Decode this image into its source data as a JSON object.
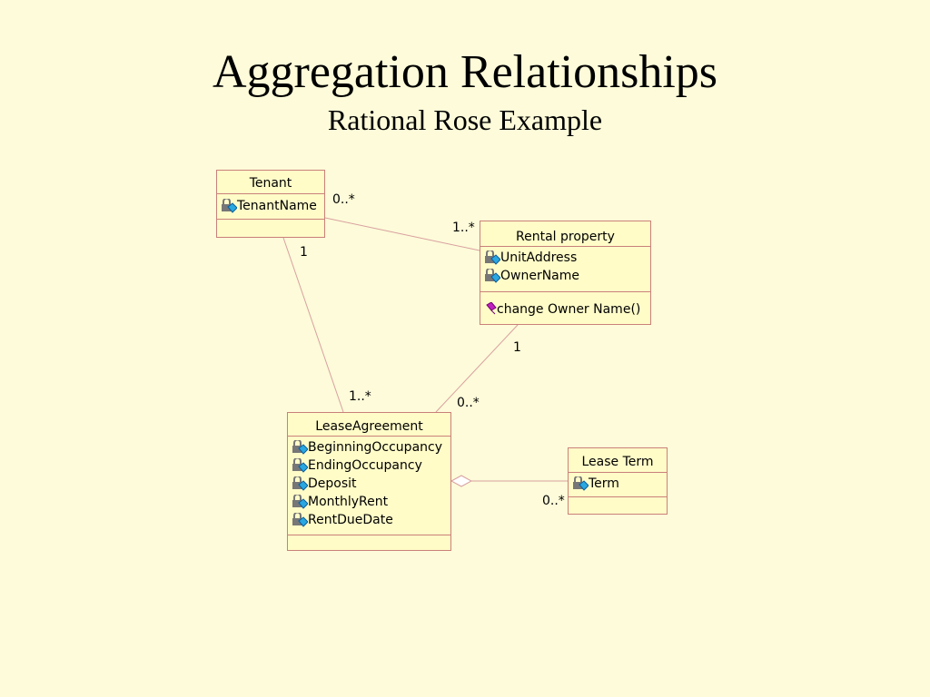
{
  "title": "Aggregation Relationships",
  "subtitle": "Rational Rose Example",
  "colors": {
    "background": "#fdfbd9",
    "box_fill": "#fffcc8",
    "box_border": "#c9807a",
    "line": "#d9a0a0",
    "attribute_icon_lock": "#777777",
    "attribute_icon_mark": "#2aa7e0",
    "operation_icon": "#c020c0"
  },
  "classes": {
    "tenant": {
      "name": "Tenant",
      "attributes": [
        "TenantName"
      ]
    },
    "rental_property": {
      "name": "Rental property",
      "attributes": [
        "UnitAddress",
        "OwnerName"
      ],
      "operations": [
        "change Owner Name()"
      ]
    },
    "lease_agreement": {
      "name": "LeaseAgreement",
      "attributes": [
        "BeginningOccupancy",
        "EndingOccupancy",
        "Deposit",
        "MonthlyRent",
        "RentDueDate"
      ]
    },
    "lease_term": {
      "name": "Lease Term",
      "attributes": [
        "Term"
      ]
    }
  },
  "associations": [
    {
      "from": "Tenant",
      "to": "Rental property",
      "from_multiplicity": "0..*",
      "to_multiplicity": "1..*",
      "kind": "association"
    },
    {
      "from": "Tenant",
      "to": "LeaseAgreement",
      "from_multiplicity": "1",
      "to_multiplicity": "1..*",
      "kind": "association"
    },
    {
      "from": "Rental property",
      "to": "LeaseAgreement",
      "from_multiplicity": "1",
      "to_multiplicity": "0..*",
      "kind": "association"
    },
    {
      "from": "LeaseAgreement",
      "to": "Lease Term",
      "from_multiplicity": "",
      "to_multiplicity": "0..*",
      "kind": "aggregation"
    }
  ],
  "icons": {
    "attribute": "private-attribute-icon",
    "operation": "public-operation-icon"
  }
}
